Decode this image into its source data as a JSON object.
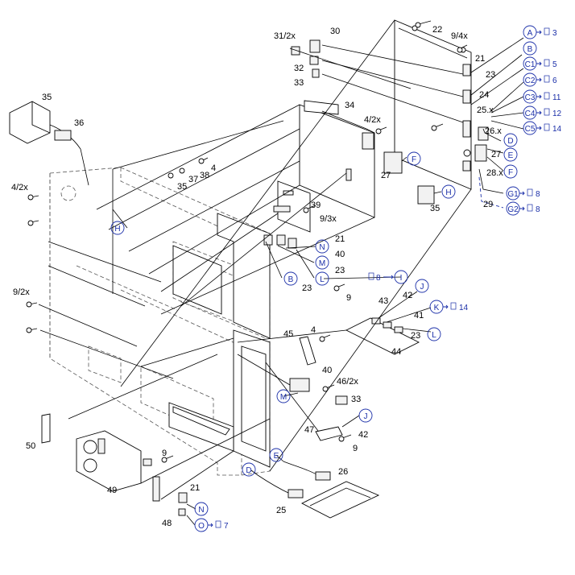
{
  "part_labels": [
    {
      "t": "22"
    },
    {
      "t": "30"
    },
    {
      "t": "31/2x"
    },
    {
      "t": "9/4x"
    },
    {
      "t": "21"
    },
    {
      "t": "32"
    },
    {
      "t": "33"
    },
    {
      "t": "23"
    },
    {
      "t": "24"
    },
    {
      "t": "25.x"
    },
    {
      "t": "34"
    },
    {
      "t": "4/2x"
    },
    {
      "t": "26.x"
    },
    {
      "t": "35"
    },
    {
      "t": "36"
    },
    {
      "t": "27"
    },
    {
      "t": "27"
    },
    {
      "t": "4"
    },
    {
      "t": "37"
    },
    {
      "t": "38"
    },
    {
      "t": "28.x"
    },
    {
      "t": "35"
    },
    {
      "t": "4/2x"
    },
    {
      "t": "39"
    },
    {
      "t": "29"
    },
    {
      "t": "35"
    },
    {
      "t": "9/3x"
    },
    {
      "t": "21"
    },
    {
      "t": "40"
    },
    {
      "t": "23"
    },
    {
      "t": "23"
    },
    {
      "t": "9/2x"
    },
    {
      "t": "9"
    },
    {
      "t": "43"
    },
    {
      "t": "42"
    },
    {
      "t": "41"
    },
    {
      "t": "23"
    },
    {
      "t": "45"
    },
    {
      "t": "4"
    },
    {
      "t": "44"
    },
    {
      "t": "40"
    },
    {
      "t": "46/2x"
    },
    {
      "t": "33"
    },
    {
      "t": "47"
    },
    {
      "t": "42"
    },
    {
      "t": "9"
    },
    {
      "t": "26"
    },
    {
      "t": "50"
    },
    {
      "t": "9"
    },
    {
      "t": "25"
    },
    {
      "t": "49"
    },
    {
      "t": "21"
    },
    {
      "t": "48"
    }
  ],
  "callouts": [
    {
      "t": "A"
    },
    {
      "t": "B"
    },
    {
      "t": "C1"
    },
    {
      "t": "C2"
    },
    {
      "t": "C3"
    },
    {
      "t": "C4"
    },
    {
      "t": "C5"
    },
    {
      "t": "D"
    },
    {
      "t": "E"
    },
    {
      "t": "F"
    },
    {
      "t": "F"
    },
    {
      "t": "H"
    },
    {
      "t": "H"
    },
    {
      "t": "G1"
    },
    {
      "t": "G2"
    },
    {
      "t": "N"
    },
    {
      "t": "M"
    },
    {
      "t": "L"
    },
    {
      "t": "B"
    },
    {
      "t": "I"
    },
    {
      "t": "J"
    },
    {
      "t": "K"
    },
    {
      "t": "L"
    },
    {
      "t": "M"
    },
    {
      "t": "J"
    },
    {
      "t": "E"
    },
    {
      "t": "D"
    },
    {
      "t": "N"
    },
    {
      "t": "O"
    }
  ],
  "page_refs": [
    {
      "t": "3"
    },
    {
      "t": "5"
    },
    {
      "t": "6"
    },
    {
      "t": "11"
    },
    {
      "t": "12"
    },
    {
      "t": "14"
    },
    {
      "t": "8"
    },
    {
      "t": "8"
    },
    {
      "t": "8"
    },
    {
      "t": "14"
    },
    {
      "t": "7"
    }
  ],
  "colors": {
    "callout": "#1a2ea8",
    "line": "#000000",
    "hidden": "#555555"
  },
  "icons": {
    "page_ref": "page-icon",
    "arrow": "arrow-right-icon"
  }
}
